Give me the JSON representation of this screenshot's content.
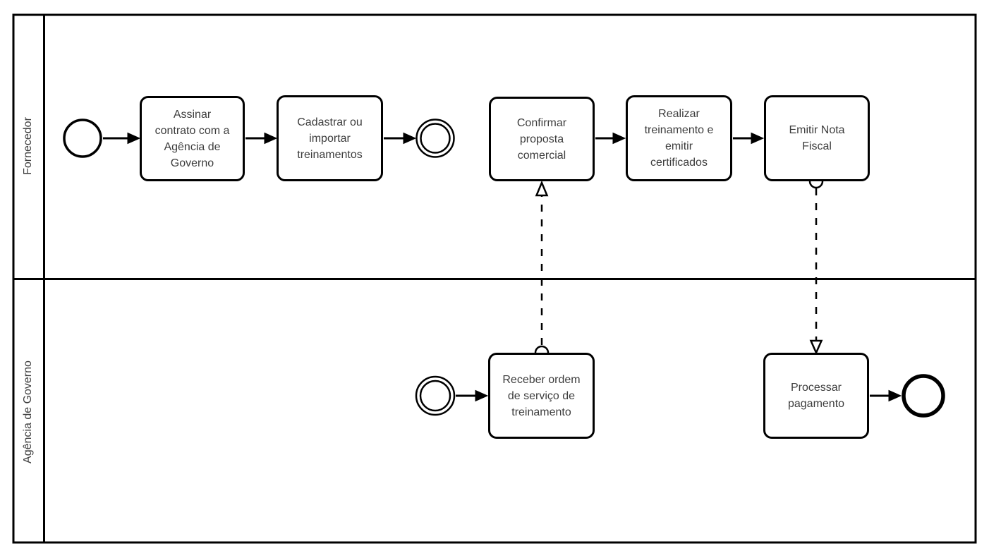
{
  "pool": {
    "lanes": [
      {
        "label": "Fornecedor",
        "elements": [
          {
            "type": "start-event"
          },
          {
            "type": "task",
            "label": "Assinar\ncontrato com a\nAgência de\nGoverno"
          },
          {
            "type": "task",
            "label": "Cadastrar ou\nimportar\ntreinamentos"
          },
          {
            "type": "intermediate-event"
          },
          {
            "type": "task",
            "label": "Confirmar\nproposta\ncomercial"
          },
          {
            "type": "task",
            "label": "Realizar\ntreinamento e\nemitir\ncertificados"
          },
          {
            "type": "task",
            "label": "Emitir Nota\nFiscal"
          }
        ]
      },
      {
        "label": "Agência de Governo",
        "elements": [
          {
            "type": "intermediate-event"
          },
          {
            "type": "task",
            "label": "Receber ordem\nde serviço de\ntreinamento"
          },
          {
            "type": "task",
            "label": "Processar\npagamento"
          },
          {
            "type": "end-event"
          }
        ]
      }
    ]
  },
  "colors": {
    "stroke": "#000000",
    "shape_fill": "#ffffff",
    "text": "#3d3d3d"
  }
}
